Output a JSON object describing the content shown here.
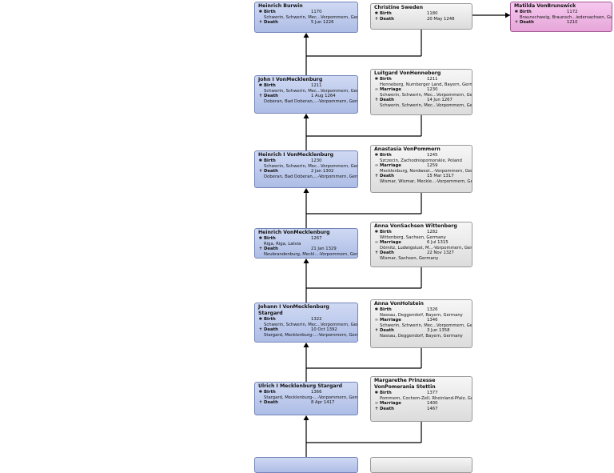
{
  "labels": {
    "birth": "Birth",
    "death": "Death",
    "marriage": "Marriage"
  },
  "colors": {
    "male_fill": "#b9c6ea",
    "female_fill": "#e8e8e8",
    "highlight_fill": "#eeb5e3",
    "connector": "#000000"
  },
  "people": [
    {
      "id": "p1",
      "name": "Heinrich Burwin",
      "style": "male",
      "events": [
        {
          "type": "birth",
          "icon": "birth-star-icon",
          "date": "1170",
          "place": "Schwerin, Schwerin, Mec...Vorpommern, Germany"
        },
        {
          "type": "death",
          "icon": "death-cross-icon",
          "date": "5 Jun 1226",
          "place": ""
        }
      ]
    },
    {
      "id": "p2",
      "name": "Christine Sweden",
      "style": "female",
      "events": [
        {
          "type": "birth",
          "icon": "birth-star-icon",
          "date": "1180",
          "place": ""
        },
        {
          "type": "death",
          "icon": "death-cross-icon",
          "date": "20 May 1248",
          "place": ""
        }
      ]
    },
    {
      "id": "p3",
      "name": "Matilda VonBrunswick",
      "style": "pink",
      "events": [
        {
          "type": "birth",
          "icon": "birth-star-icon",
          "date": "1172",
          "place": "Braunschweig, Braunsch...iedersachsen, Germany"
        },
        {
          "type": "death",
          "icon": "death-cross-icon",
          "date": "1210",
          "place": ""
        }
      ]
    },
    {
      "id": "p4",
      "name": "John I VonMecklenburg",
      "style": "male",
      "events": [
        {
          "type": "birth",
          "icon": "birth-star-icon",
          "date": "1211",
          "place": "Schwerin, Schwerin, Mec...Vorpommern, Germany"
        },
        {
          "type": "death",
          "icon": "death-cross-icon",
          "date": "1 Aug 1264",
          "place": "Doberan, Bad Doberan,...-Vorpommern, Germany"
        }
      ]
    },
    {
      "id": "p5",
      "name": "Luitgard VonHenneberg",
      "style": "female",
      "events": [
        {
          "type": "birth",
          "icon": "birth-star-icon",
          "date": "1211",
          "place": "Henneberg, Nurnberger Land, Bayern, Germany"
        },
        {
          "type": "marriage",
          "icon": "marriage-rings-icon",
          "date": "1230",
          "place": "Schwerin, Schwerin, Mec...Vorpommern, Germany"
        },
        {
          "type": "death",
          "icon": "death-cross-icon",
          "date": "14 Jun 1267",
          "place": "Schwerin, Schwerin, Mec...Vorpommern, Germany"
        }
      ]
    },
    {
      "id": "p6",
      "name": "Heinrich I VonMecklenburg",
      "style": "male",
      "events": [
        {
          "type": "birth",
          "icon": "birth-star-icon",
          "date": "1230",
          "place": "Schwerin, Schwerin, Mec...Vorpommern, Germany"
        },
        {
          "type": "death",
          "icon": "death-cross-icon",
          "date": "2 Jan 1302",
          "place": "Doberan, Bad Doberan,...-Vorpommern, Germany"
        }
      ]
    },
    {
      "id": "p7",
      "name": "Anastasia VonPommern",
      "style": "female",
      "events": [
        {
          "type": "birth",
          "icon": "birth-star-icon",
          "date": "1245",
          "place": "Szczecin, Zachodniopomorskie, Poland"
        },
        {
          "type": "marriage",
          "icon": "marriage-rings-icon",
          "date": "1259",
          "place": "Mecklenburg, Nordwest...-Vorpommern, Germany"
        },
        {
          "type": "death",
          "icon": "death-cross-icon",
          "date": "15 Mar 1317",
          "place": "Wismar, Wismar, Meckle...-Vorpommern, Germany"
        }
      ]
    },
    {
      "id": "p8",
      "name": "Heinrich VonMecklenburg",
      "style": "male",
      "events": [
        {
          "type": "birth",
          "icon": "birth-star-icon",
          "date": "1267",
          "place": "Riga, Riga, Latvia"
        },
        {
          "type": "death",
          "icon": "death-cross-icon",
          "date": "21 Jan 1329",
          "place": "Neubrandenburg, Meckl...-Vorpommern, Germany"
        }
      ]
    },
    {
      "id": "p9",
      "name": "Anna VonSachsen Wittenberg",
      "style": "female",
      "events": [
        {
          "type": "birth",
          "icon": "birth-star-icon",
          "date": "1282",
          "place": "Wittenberg, Sachsen, Germany"
        },
        {
          "type": "marriage",
          "icon": "marriage-rings-icon",
          "date": "6 Jul 1315",
          "place": "Dörnitz, Ludwigslust, M...-Vorpommern, Germany"
        },
        {
          "type": "death",
          "icon": "death-cross-icon",
          "date": "22 Nov 1327",
          "place": "Wismar, Sachsen, Germany"
        }
      ]
    },
    {
      "id": "p10",
      "name": "Johann I VonMecklenburg Stargard",
      "style": "male",
      "events": [
        {
          "type": "birth",
          "icon": "birth-star-icon",
          "date": "1322",
          "place": "Schwerin, Schwerin, Mec...Vorpommern, Germany"
        },
        {
          "type": "death",
          "icon": "death-cross-icon",
          "date": "10 Oct 1392",
          "place": "Stargard, Mecklenburg-...-Vorpommern, Germany"
        }
      ]
    },
    {
      "id": "p11",
      "name": "Anna VonHolstein",
      "style": "female",
      "events": [
        {
          "type": "birth",
          "icon": "birth-star-icon",
          "date": "1326",
          "place": "Nassau, Deggendorf, Bayern, Germany"
        },
        {
          "type": "marriage",
          "icon": "marriage-rings-icon",
          "date": "1346",
          "place": "Schwerin, Schwerin, Mec...Vorpommern, Germany"
        },
        {
          "type": "death",
          "icon": "death-cross-icon",
          "date": "3 Jun 1358",
          "place": "Nassau, Deggendorf, Bayern, Germany"
        }
      ]
    },
    {
      "id": "p12",
      "name": "Ulrich I Mecklenburg Stargard",
      "style": "male",
      "events": [
        {
          "type": "birth",
          "icon": "birth-star-icon",
          "date": "1366",
          "place": "Stargard, Mecklenburg-...-Vorpommern, Germany"
        },
        {
          "type": "death",
          "icon": "death-cross-icon",
          "date": "8 Apr 1417",
          "place": ""
        }
      ]
    },
    {
      "id": "p13",
      "name": "Margarethe Prinzesse VonPomerania Stettin",
      "style": "female",
      "events": [
        {
          "type": "birth",
          "icon": "birth-star-icon",
          "date": "1377",
          "place": "Pommern, Cochem-Zell, Rheinland-Pfalz, Germany"
        },
        {
          "type": "marriage",
          "icon": "marriage-rings-icon",
          "date": "1400",
          "place": ""
        },
        {
          "type": "death",
          "icon": "death-cross-icon",
          "date": "1467",
          "place": ""
        }
      ]
    },
    {
      "id": "p14",
      "name": "",
      "style": "male",
      "events": []
    },
    {
      "id": "p15",
      "name": "",
      "style": "female",
      "events": []
    }
  ]
}
